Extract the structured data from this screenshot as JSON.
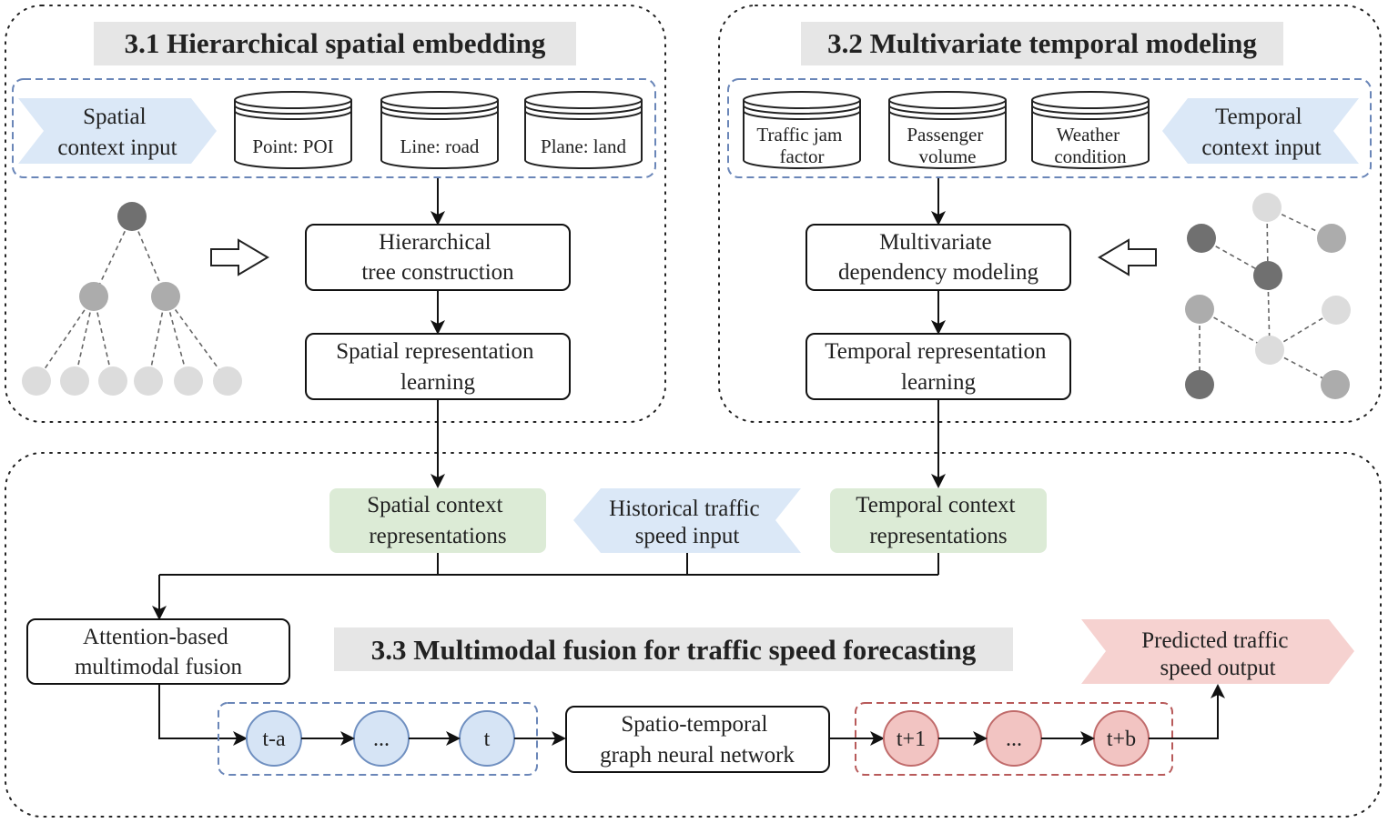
{
  "sections": {
    "spatial": {
      "title": "3.1 Hierarchical spatial embedding",
      "input_label": [
        "Spatial",
        "context input"
      ],
      "databases": [
        "Point: POI",
        "Line: road",
        "Plane: land"
      ],
      "tree_box": [
        "Hierarchical",
        "tree construction"
      ],
      "repr_box": [
        "Spatial representation",
        "learning"
      ]
    },
    "temporal": {
      "title": "3.2 Multivariate temporal modeling",
      "input_label": [
        "Temporal",
        "context input"
      ],
      "databases": [
        [
          "Traffic jam",
          "factor"
        ],
        [
          "Passenger",
          "volume"
        ],
        [
          "Weather",
          "condition"
        ]
      ],
      "dependency_box": [
        "Multivariate",
        "dependency modeling"
      ],
      "repr_box": [
        "Temporal representation",
        "learning"
      ]
    },
    "fusion": {
      "title": "3.3 Multimodal fusion for traffic speed forecasting",
      "spatial_ctx": [
        "Spatial context",
        "representations"
      ],
      "historical_input": [
        "Historical traffic",
        "speed input"
      ],
      "temporal_ctx": [
        "Temporal context",
        "representations"
      ],
      "attention_box": [
        "Attention-based",
        "multimodal fusion"
      ],
      "input_nodes": [
        "t-a",
        "...",
        "t"
      ],
      "stgnn_box": [
        "Spatio-temporal",
        "graph neural network"
      ],
      "output_nodes": [
        "t+1",
        "...",
        "t+b"
      ],
      "output_label": [
        "Predicted traffic",
        "speed output"
      ]
    }
  },
  "colors": {
    "input_blue": "#dbe8f7",
    "repr_green": "#dcebd6",
    "output_red": "#f6d2d0",
    "node_blue": "#d6e4f5",
    "node_blue_stroke": "#6f8fc0",
    "node_red": "#f2c4c2",
    "node_red_stroke": "#c06b6b",
    "dashed_blue": "#6a86b8",
    "dashed_red": "#b85a5a",
    "title_bg": "#e6e6e6"
  }
}
